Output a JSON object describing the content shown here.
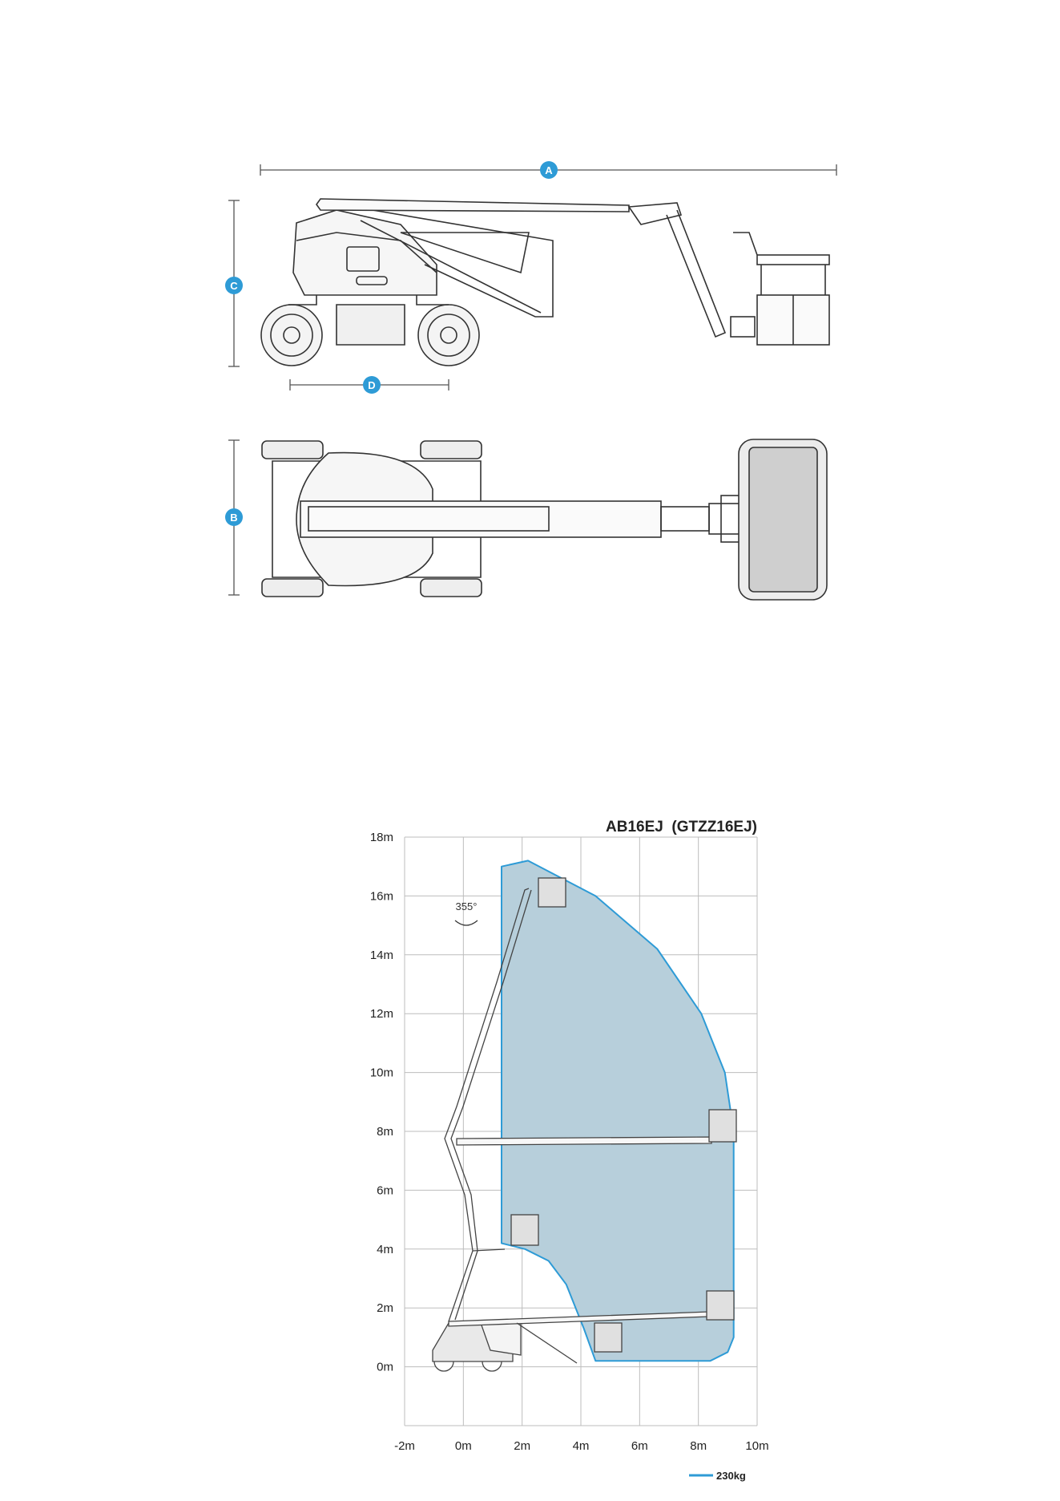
{
  "dimension_markers": {
    "A": "A",
    "B": "B",
    "C": "C",
    "D": "D"
  },
  "colors": {
    "marker_fill": "#2e9bd6",
    "envelope_fill": "#b7cfdb",
    "envelope_stroke": "#2e9bd6",
    "grid": "#bdbdbd",
    "machine_stroke": "#333333"
  },
  "chart_data": {
    "type": "area",
    "title": "AB16EJ  (GTZZ16EJ)",
    "x_ticks": [
      "-2m",
      "0m",
      "2m",
      "4m",
      "6m",
      "8m",
      "10m"
    ],
    "y_ticks": [
      "18m",
      "16m",
      "14m",
      "12m",
      "10m",
      "8m",
      "6m",
      "4m",
      "2m",
      "0m"
    ],
    "xlim": [
      -2,
      10
    ],
    "ylim": [
      -2,
      18
    ],
    "grid": true,
    "legend_position": "bottom-right",
    "rotation_label": "355°",
    "series": [
      {
        "name": "230kg",
        "outline": [
          [
            1.3,
            17.0
          ],
          [
            2.2,
            17.2
          ],
          [
            4.5,
            16.0
          ],
          [
            6.6,
            14.2
          ],
          [
            8.1,
            12.0
          ],
          [
            8.9,
            10.0
          ],
          [
            9.2,
            8.0
          ],
          [
            9.2,
            6.0
          ],
          [
            9.2,
            4.0
          ],
          [
            9.2,
            1.0
          ],
          [
            9.0,
            0.5
          ],
          [
            8.4,
            0.2
          ],
          [
            4.5,
            0.2
          ],
          [
            4.1,
            1.3
          ],
          [
            3.5,
            2.8
          ],
          [
            2.9,
            3.6
          ],
          [
            2.1,
            4.0
          ],
          [
            1.3,
            4.2
          ],
          [
            1.3,
            6.0
          ],
          [
            1.3,
            14.0
          ]
        ]
      }
    ]
  }
}
